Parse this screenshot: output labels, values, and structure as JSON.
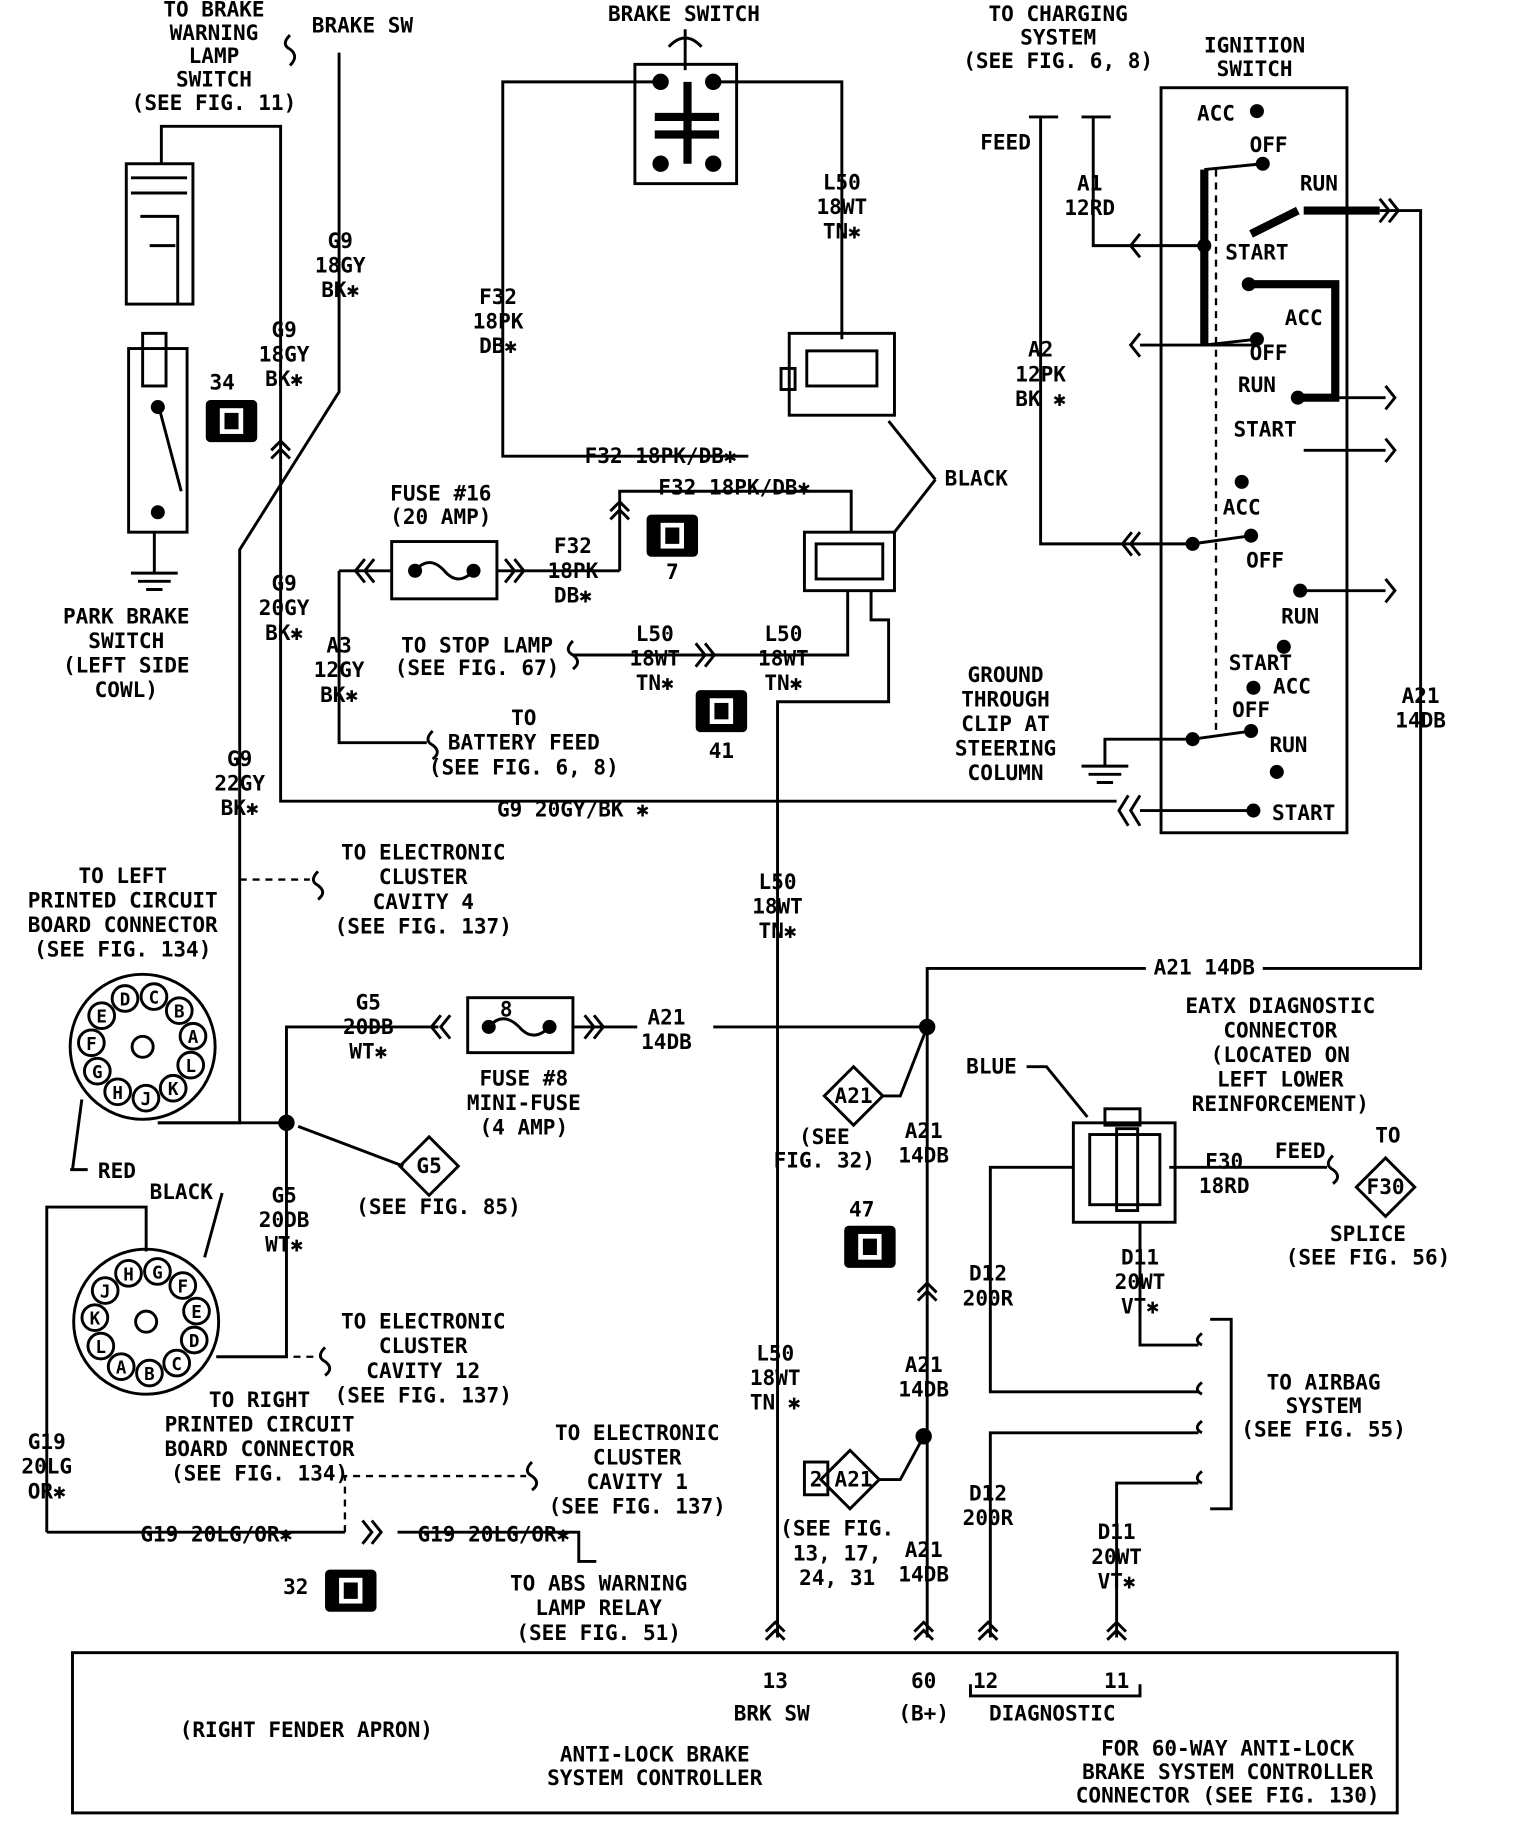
{
  "colors": {
    "ink": "#000000",
    "paper": "#ffffff"
  },
  "labels": {
    "brake_warning": [
      "TO BRAKE",
      "WARNING",
      "LAMP",
      "SWITCH",
      "(SEE FIG. 11)"
    ],
    "brake_sw": [
      "BRAKE SW"
    ],
    "brake_switch": [
      "BRAKE SWITCH"
    ],
    "charging": [
      "TO CHARGING",
      "SYSTEM",
      "(SEE FIG. 6, 8)"
    ],
    "ignition": [
      "IGNITION",
      "SWITCH"
    ],
    "feed1": [
      "FEED"
    ],
    "a1": [
      "A1",
      "12RD"
    ],
    "l50_top": [
      "L50",
      "18WT",
      "TN✱"
    ],
    "g9_18a": [
      "G9",
      "18GY",
      "BK✱"
    ],
    "g9_18b": [
      "G9",
      "18GY",
      "BK✱"
    ],
    "f32_a": [
      "F32",
      "18PK",
      "DB✱"
    ],
    "a2": [
      "A2",
      "12PK",
      "BK ✱"
    ],
    "c34": [
      "34"
    ],
    "f32_line1": [
      "F32 18PK/DB✱"
    ],
    "f32_line2": [
      "F32 18PK/DB✱"
    ],
    "black1": [
      "BLACK"
    ],
    "fuse16": [
      "FUSE #16",
      "(20 AMP)"
    ],
    "f32_b": [
      "F32",
      "18PK",
      "DB✱"
    ],
    "c7": [
      "7"
    ],
    "park_brake": [
      "PARK BRAKE",
      "SWITCH",
      "(LEFT SIDE",
      "COWL)"
    ],
    "g9_20": [
      "G9",
      "20GY",
      "BK✱"
    ],
    "a3": [
      "A3",
      "12GY",
      "BK✱"
    ],
    "stop_lamp": [
      "TO STOP LAMP",
      "(SEE FIG. 67)"
    ],
    "l50_a": [
      "L50",
      "18WT",
      "TN✱"
    ],
    "l50_b": [
      "L50",
      "18WT",
      "TN✱"
    ],
    "c41": [
      "41"
    ],
    "battery": [
      "TO",
      "BATTERY FEED",
      "(SEE FIG. 6, 8)"
    ],
    "ground": [
      "GROUND",
      "THROUGH",
      "CLIP AT",
      "STEERING",
      "COLUMN"
    ],
    "g9_22": [
      "G9",
      "22GY",
      "BK✱"
    ],
    "g9_line": [
      "G9 20GY/BK ✱"
    ],
    "ig_acc1": [
      "ACC"
    ],
    "ig_off1": [
      "OFF"
    ],
    "ig_run1": [
      "RUN"
    ],
    "ig_start1": [
      "START"
    ],
    "ig_acc2": [
      "ACC"
    ],
    "ig_off2": [
      "OFF"
    ],
    "ig_run2": [
      "RUN"
    ],
    "ig_start2": [
      "START"
    ],
    "ig_acc3": [
      "ACC"
    ],
    "ig_off3": [
      "OFF"
    ],
    "ig_run3": [
      "RUN"
    ],
    "ig_start3": [
      "START"
    ],
    "ig_acc4": [
      "ACC"
    ],
    "ig_off4": [
      "OFF"
    ],
    "ig_run4": [
      "RUN"
    ],
    "ig_start4": [
      "START"
    ],
    "a21_right": [
      "A21",
      "14DB"
    ],
    "left_pcb": [
      "TO LEFT",
      "PRINTED CIRCUIT",
      "BOARD CONNECTOR",
      "(SEE FIG. 134)"
    ],
    "cluster4": [
      "TO ELECTRONIC",
      "CLUSTER",
      "CAVITY 4",
      "(SEE FIG. 137)"
    ],
    "l50_mid": [
      "L50",
      "18WT",
      "TN✱"
    ],
    "a21_line": [
      "A21 14DB"
    ],
    "eatx": [
      "EATX DIAGNOSTIC",
      "CONNECTOR",
      "(LOCATED ON",
      "LEFT LOWER",
      "REINFORCEMENT)"
    ],
    "g5_a": [
      "G5",
      "20DB",
      "WT✱"
    ],
    "fuse8_num": [
      "8"
    ],
    "a21_fuse": [
      "A21",
      "14DB"
    ],
    "fuse8": [
      "FUSE #8",
      "MINI-FUSE",
      "(4 AMP)"
    ],
    "blue": [
      "BLUE"
    ],
    "a21_diamond": [
      "A21"
    ],
    "see32": [
      "(SEE",
      "FIG. 32)"
    ],
    "a21_c": [
      "A21",
      "14DB"
    ],
    "g5_diamond": [
      "G5"
    ],
    "see85": [
      "(SEE FIG. 85)"
    ],
    "red": [
      "RED"
    ],
    "black2": [
      "BLACK"
    ],
    "g5_b": [
      "G5",
      "20DB",
      "WT✱"
    ],
    "f30": [
      "F30",
      "18RD"
    ],
    "feed2": [
      "FEED"
    ],
    "to_f30": [
      "TO"
    ],
    "f30_diamond": [
      "F30"
    ],
    "splice": [
      "SPLICE",
      "(SEE FIG. 56)"
    ],
    "c47": [
      "47"
    ],
    "d12_a": [
      "D12",
      "200R"
    ],
    "d11_a": [
      "D11",
      "20WT",
      "VT✱"
    ],
    "cluster12": [
      "TO ELECTRONIC",
      "CLUSTER",
      "CAVITY 12",
      "(SEE FIG. 137)"
    ],
    "right_pcb": [
      "TO RIGHT",
      "PRINTED CIRCUIT",
      "BOARD CONNECTOR",
      "(SEE FIG. 134)"
    ],
    "airbag": [
      "TO AIRBAG",
      "SYSTEM",
      "(SEE FIG. 55)"
    ],
    "l50_low": [
      "L50",
      "18WT",
      "TN ✱"
    ],
    "a21_d": [
      "A21",
      "14DB"
    ],
    "cluster1": [
      "TO ELECTRONIC",
      "CLUSTER",
      "CAVITY 1",
      "(SEE FIG. 137)"
    ],
    "g19_a": [
      "G19",
      "20LG",
      "OR✱"
    ],
    "a21_diamond2": [
      "2",
      "A21"
    ],
    "see13": [
      "(SEE FIG.",
      "13, 17,",
      "24, 31"
    ],
    "d12_b": [
      "D12",
      "200R"
    ],
    "a21_e": [
      "A21",
      "14DB"
    ],
    "d11_b": [
      "D11",
      "20WT",
      "VT✱"
    ],
    "g19_line1": [
      "G19 20LG/OR✱"
    ],
    "g19_line2": [
      "G19 20LG/OR✱"
    ],
    "c32": [
      "32"
    ],
    "abs_relay": [
      "TO ABS WARNING",
      "LAMP RELAY",
      "(SEE FIG. 51)"
    ],
    "pin13": [
      "13"
    ],
    "pin60": [
      "60"
    ],
    "pin12": [
      "12"
    ],
    "pin11": [
      "11"
    ],
    "brk_sw": [
      "BRK SW"
    ],
    "bplus": [
      "(B+)"
    ],
    "diagnostic": [
      "DIAGNOSTIC"
    ],
    "fender": [
      "(RIGHT FENDER APRON)"
    ],
    "abs_ctrl": [
      "ANTI-LOCK BRAKE",
      "SYSTEM CONTROLLER"
    ],
    "connector60": [
      "FOR 60-WAY ANTI-LOCK",
      "BRAKE SYSTEM CONTROLLER",
      "CONNECTOR  (SEE FIG. 130)"
    ]
  },
  "left_connector_pins": [
    "D",
    "C",
    "B",
    "A",
    "L",
    "K",
    "J",
    "H",
    "G",
    "F",
    "E"
  ],
  "right_connector_pins": [
    "H",
    "G",
    "F",
    "E",
    "D",
    "C",
    "B",
    "A",
    "L",
    "K",
    "J"
  ]
}
